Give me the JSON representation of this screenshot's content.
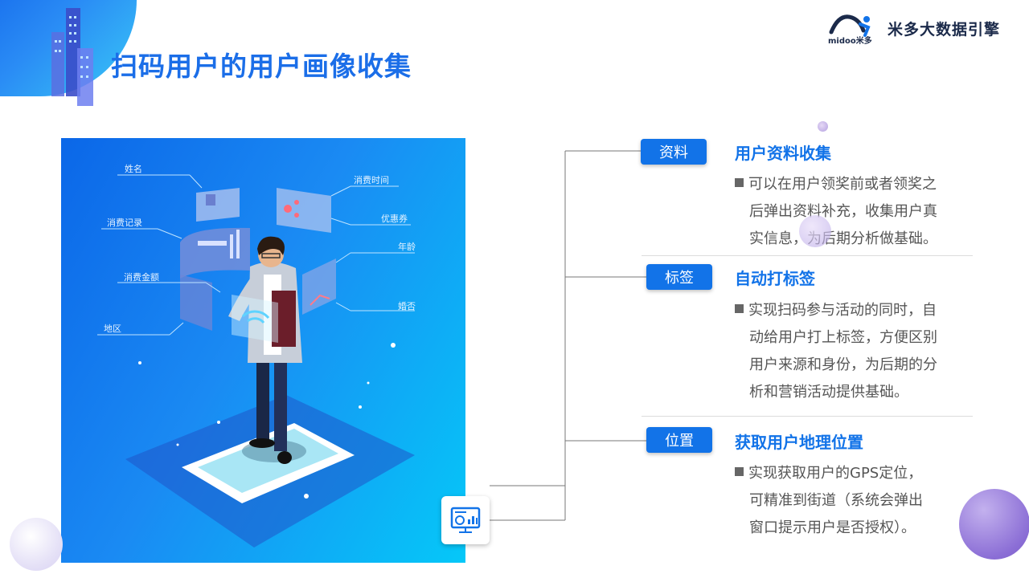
{
  "header": {
    "title": "扫码用户的用户画像收集",
    "logo_text": "midoo米多",
    "brand_name": "米多大数据引擎"
  },
  "illustration": {
    "labels": [
      "姓名",
      "消费记录",
      "消费金额",
      "地区",
      "消费时间",
      "优惠券",
      "年龄",
      "婚否"
    ]
  },
  "sections": [
    {
      "tag": "资料",
      "title": "用户资料收集",
      "lines": [
        "可以在用户领奖前或者领奖之",
        "后弹出资料补充，收集用户真",
        "实信息，为后期分析做基础。"
      ]
    },
    {
      "tag": "标签",
      "title": "自动打标签",
      "lines": [
        "实现扫码参与活动的同时，自",
        "动给用户打上标签，方便区别",
        "用户来源和身份，为后期的分",
        "析和营销活动提供基础。"
      ]
    },
    {
      "tag": "位置",
      "title": "获取用户地理位置",
      "lines": [
        "实现获取用户的GPS定位，",
        "可精准到街道（系统会弹出",
        "窗口提示用户是否授权）。"
      ]
    }
  ],
  "icons": {
    "badge": "analytics-screen-icon",
    "logo": "midoo-logo-icon"
  },
  "colors": {
    "accent": "#1273e8",
    "title": "#1b6ee8",
    "body_text": "#555555"
  }
}
